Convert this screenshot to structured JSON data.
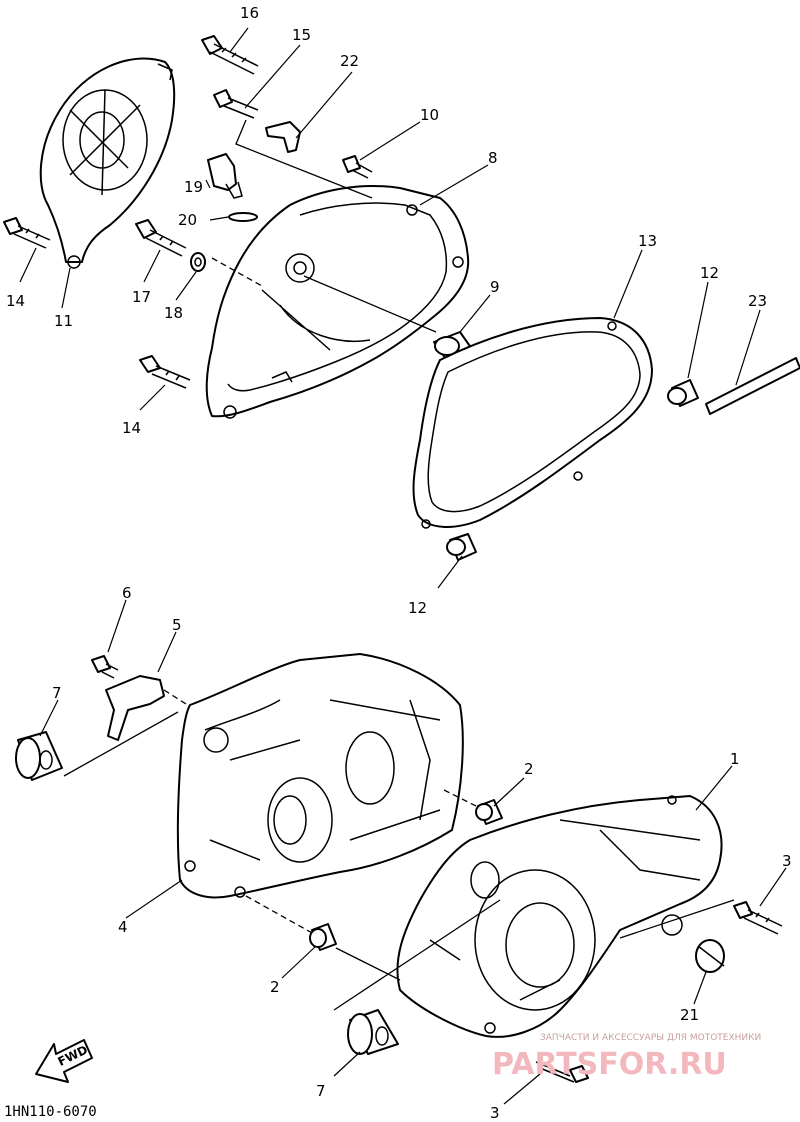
{
  "diagram": {
    "drawing_code": "1HN110-6070",
    "fwd_label": "FWD",
    "callouts": [
      {
        "id": "c16",
        "text": "16"
      },
      {
        "id": "c15",
        "text": "15"
      },
      {
        "id": "c22",
        "text": "22"
      },
      {
        "id": "c10",
        "text": "10"
      },
      {
        "id": "c8",
        "text": "8"
      },
      {
        "id": "c19",
        "text": "19"
      },
      {
        "id": "c20",
        "text": "20"
      },
      {
        "id": "c14a",
        "text": "14"
      },
      {
        "id": "c11",
        "text": "11"
      },
      {
        "id": "c17",
        "text": "17"
      },
      {
        "id": "c18",
        "text": "18"
      },
      {
        "id": "c13",
        "text": "13"
      },
      {
        "id": "c12a",
        "text": "12"
      },
      {
        "id": "c23",
        "text": "23"
      },
      {
        "id": "c9",
        "text": "9"
      },
      {
        "id": "c14b",
        "text": "14"
      },
      {
        "id": "c12b",
        "text": "12"
      },
      {
        "id": "c6",
        "text": "6"
      },
      {
        "id": "c5",
        "text": "5"
      },
      {
        "id": "c7a",
        "text": "7"
      },
      {
        "id": "c2a",
        "text": "2"
      },
      {
        "id": "c1",
        "text": "1"
      },
      {
        "id": "c3a",
        "text": "3"
      },
      {
        "id": "c4",
        "text": "4"
      },
      {
        "id": "c2b",
        "text": "2"
      },
      {
        "id": "c21",
        "text": "21"
      },
      {
        "id": "c7b",
        "text": "7"
      },
      {
        "id": "c3b",
        "text": "3"
      }
    ]
  },
  "watermark": {
    "tagline": "ЗАПЧАСТИ И АКСЕССУАРЫ ДЛЯ МОТОТЕХНИКИ",
    "brand": "PARTSFOR.RU",
    "brand_color": "#f2b8bd"
  }
}
